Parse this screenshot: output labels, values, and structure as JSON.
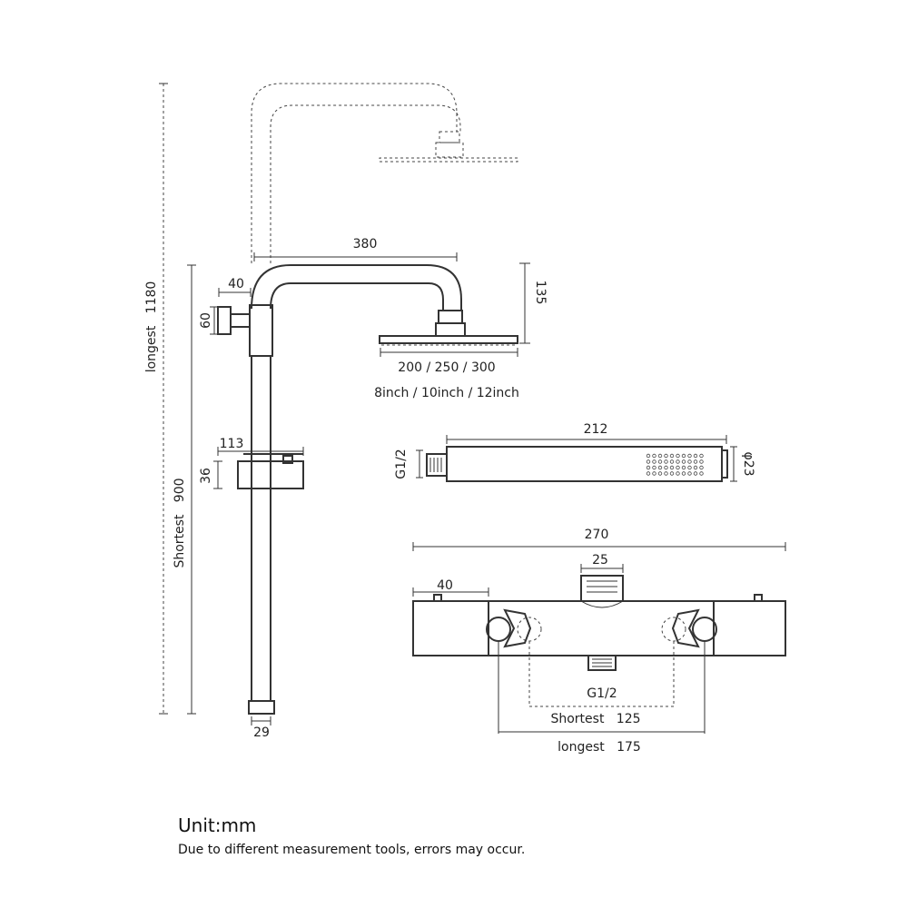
{
  "dimensions": {
    "arm_length": "380",
    "arm_drop": "135",
    "wall_bracket_offset": "40",
    "wall_bracket_height": "60",
    "longest_height": "longest   1180",
    "shortest_height": "Shortest   900",
    "holder_width": "113",
    "holder_height": "36",
    "rail_diameter": "29",
    "head_sizes_mm": "200 / 250 / 300",
    "head_sizes_inch": "8inch / 10inch / 12inch",
    "handshower_length": "212",
    "handshower_diameter": "φ23",
    "handshower_thread": "G1/2",
    "valve_length": "270",
    "valve_top_outlet": "25",
    "valve_end_cap": "40",
    "valve_inlet_thread": "G1/2",
    "valve_shortest": "Shortest   125",
    "valve_longest": "longest   175"
  },
  "footer": {
    "unit": "Unit:mm",
    "note": "Due to different measurement tools, errors may occur."
  }
}
